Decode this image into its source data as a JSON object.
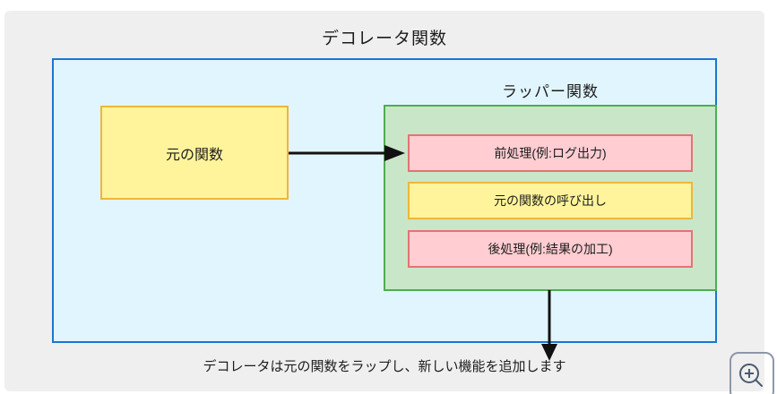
{
  "diagram": {
    "title": "デコレータ関数",
    "original_function": {
      "label": "元の関数"
    },
    "wrapper_function": {
      "label": "ラッパー関数",
      "steps": [
        {
          "label": "前処理(例:ログ出力)",
          "style": "pink"
        },
        {
          "label": "元の関数の呼び出し",
          "style": "yellow"
        },
        {
          "label": "後処理(例:結果の加工)",
          "style": "pink"
        }
      ]
    },
    "caption": "デコレータは元の関数をラップし、新しい機能を追加します"
  },
  "colors": {
    "canvas_background": "#efefef",
    "decorator_border": "#1976d2",
    "decorator_fill": "#e1f5fe",
    "yellow_border": "#edb63c",
    "yellow_fill": "#fff49c",
    "green_border": "#4caf50",
    "green_fill": "#c9e6c9",
    "pink_border": "#e57373",
    "pink_fill": "#ffcdd2",
    "arrow": "#111111",
    "zoom_button_border": "#8d97a8",
    "zoom_icon": "#4d5a6e"
  },
  "controls": {
    "zoom_button": {
      "icon": "zoom-in-icon"
    }
  }
}
